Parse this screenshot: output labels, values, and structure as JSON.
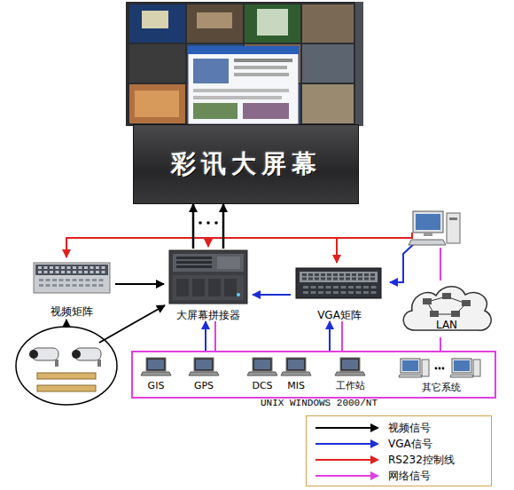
{
  "diagram": {
    "nodes": [
      {
        "text": [
          "彩讯大屏幕"
        ]
      },
      {
        "text": [
          "视频矩阵"
        ]
      },
      {
        "text": [
          "大屏幕拼接器"
        ]
      },
      {
        "text": [
          "VGA矩阵"
        ]
      },
      {
        "text": [
          "LAN"
        ]
      },
      {
        "text": [
          "UNIX WINDOWS 2000/NT"
        ]
      },
      {
        "text": [
          "GIS"
        ],
        "in": 5
      },
      {
        "text": [
          "GPS"
        ],
        "in": 5
      },
      {
        "text": [
          "DCS"
        ],
        "in": 5
      },
      {
        "text": [
          "MIS"
        ],
        "in": 5
      },
      {
        "text": [
          "工作站"
        ],
        "in": 5
      },
      {
        "text": [
          "其它系统"
        ],
        "in": 5
      }
    ],
    "edges": [
      {
        "from": 1,
        "to": 2,
        "arrow": "to"
      },
      {
        "from": 2,
        "to": 0,
        "arrow": "to"
      },
      {
        "from": 2,
        "to": 0,
        "arrow": "to"
      },
      {
        "from": 3,
        "to": 2,
        "arrow": "to"
      },
      {
        "from": 5,
        "to": 2,
        "arrow": "to"
      },
      {
        "from": 5,
        "to": 2,
        "arrow": "none"
      },
      {
        "from": 5,
        "to": 3,
        "arrow": "to"
      },
      {
        "from": 5,
        "to": 3,
        "arrow": "none"
      },
      {
        "from": 4,
        "to": 5,
        "arrow": "none"
      }
    ],
    "legend": [
      {
        "text": "视频信号",
        "color": "#000000"
      },
      {
        "text": "VGA信号",
        "color": "#1a2fd8"
      },
      {
        "text": "RS232控制线",
        "color": "#e0201c"
      },
      {
        "text": "网络信号",
        "color": "#e040e0"
      }
    ]
  }
}
